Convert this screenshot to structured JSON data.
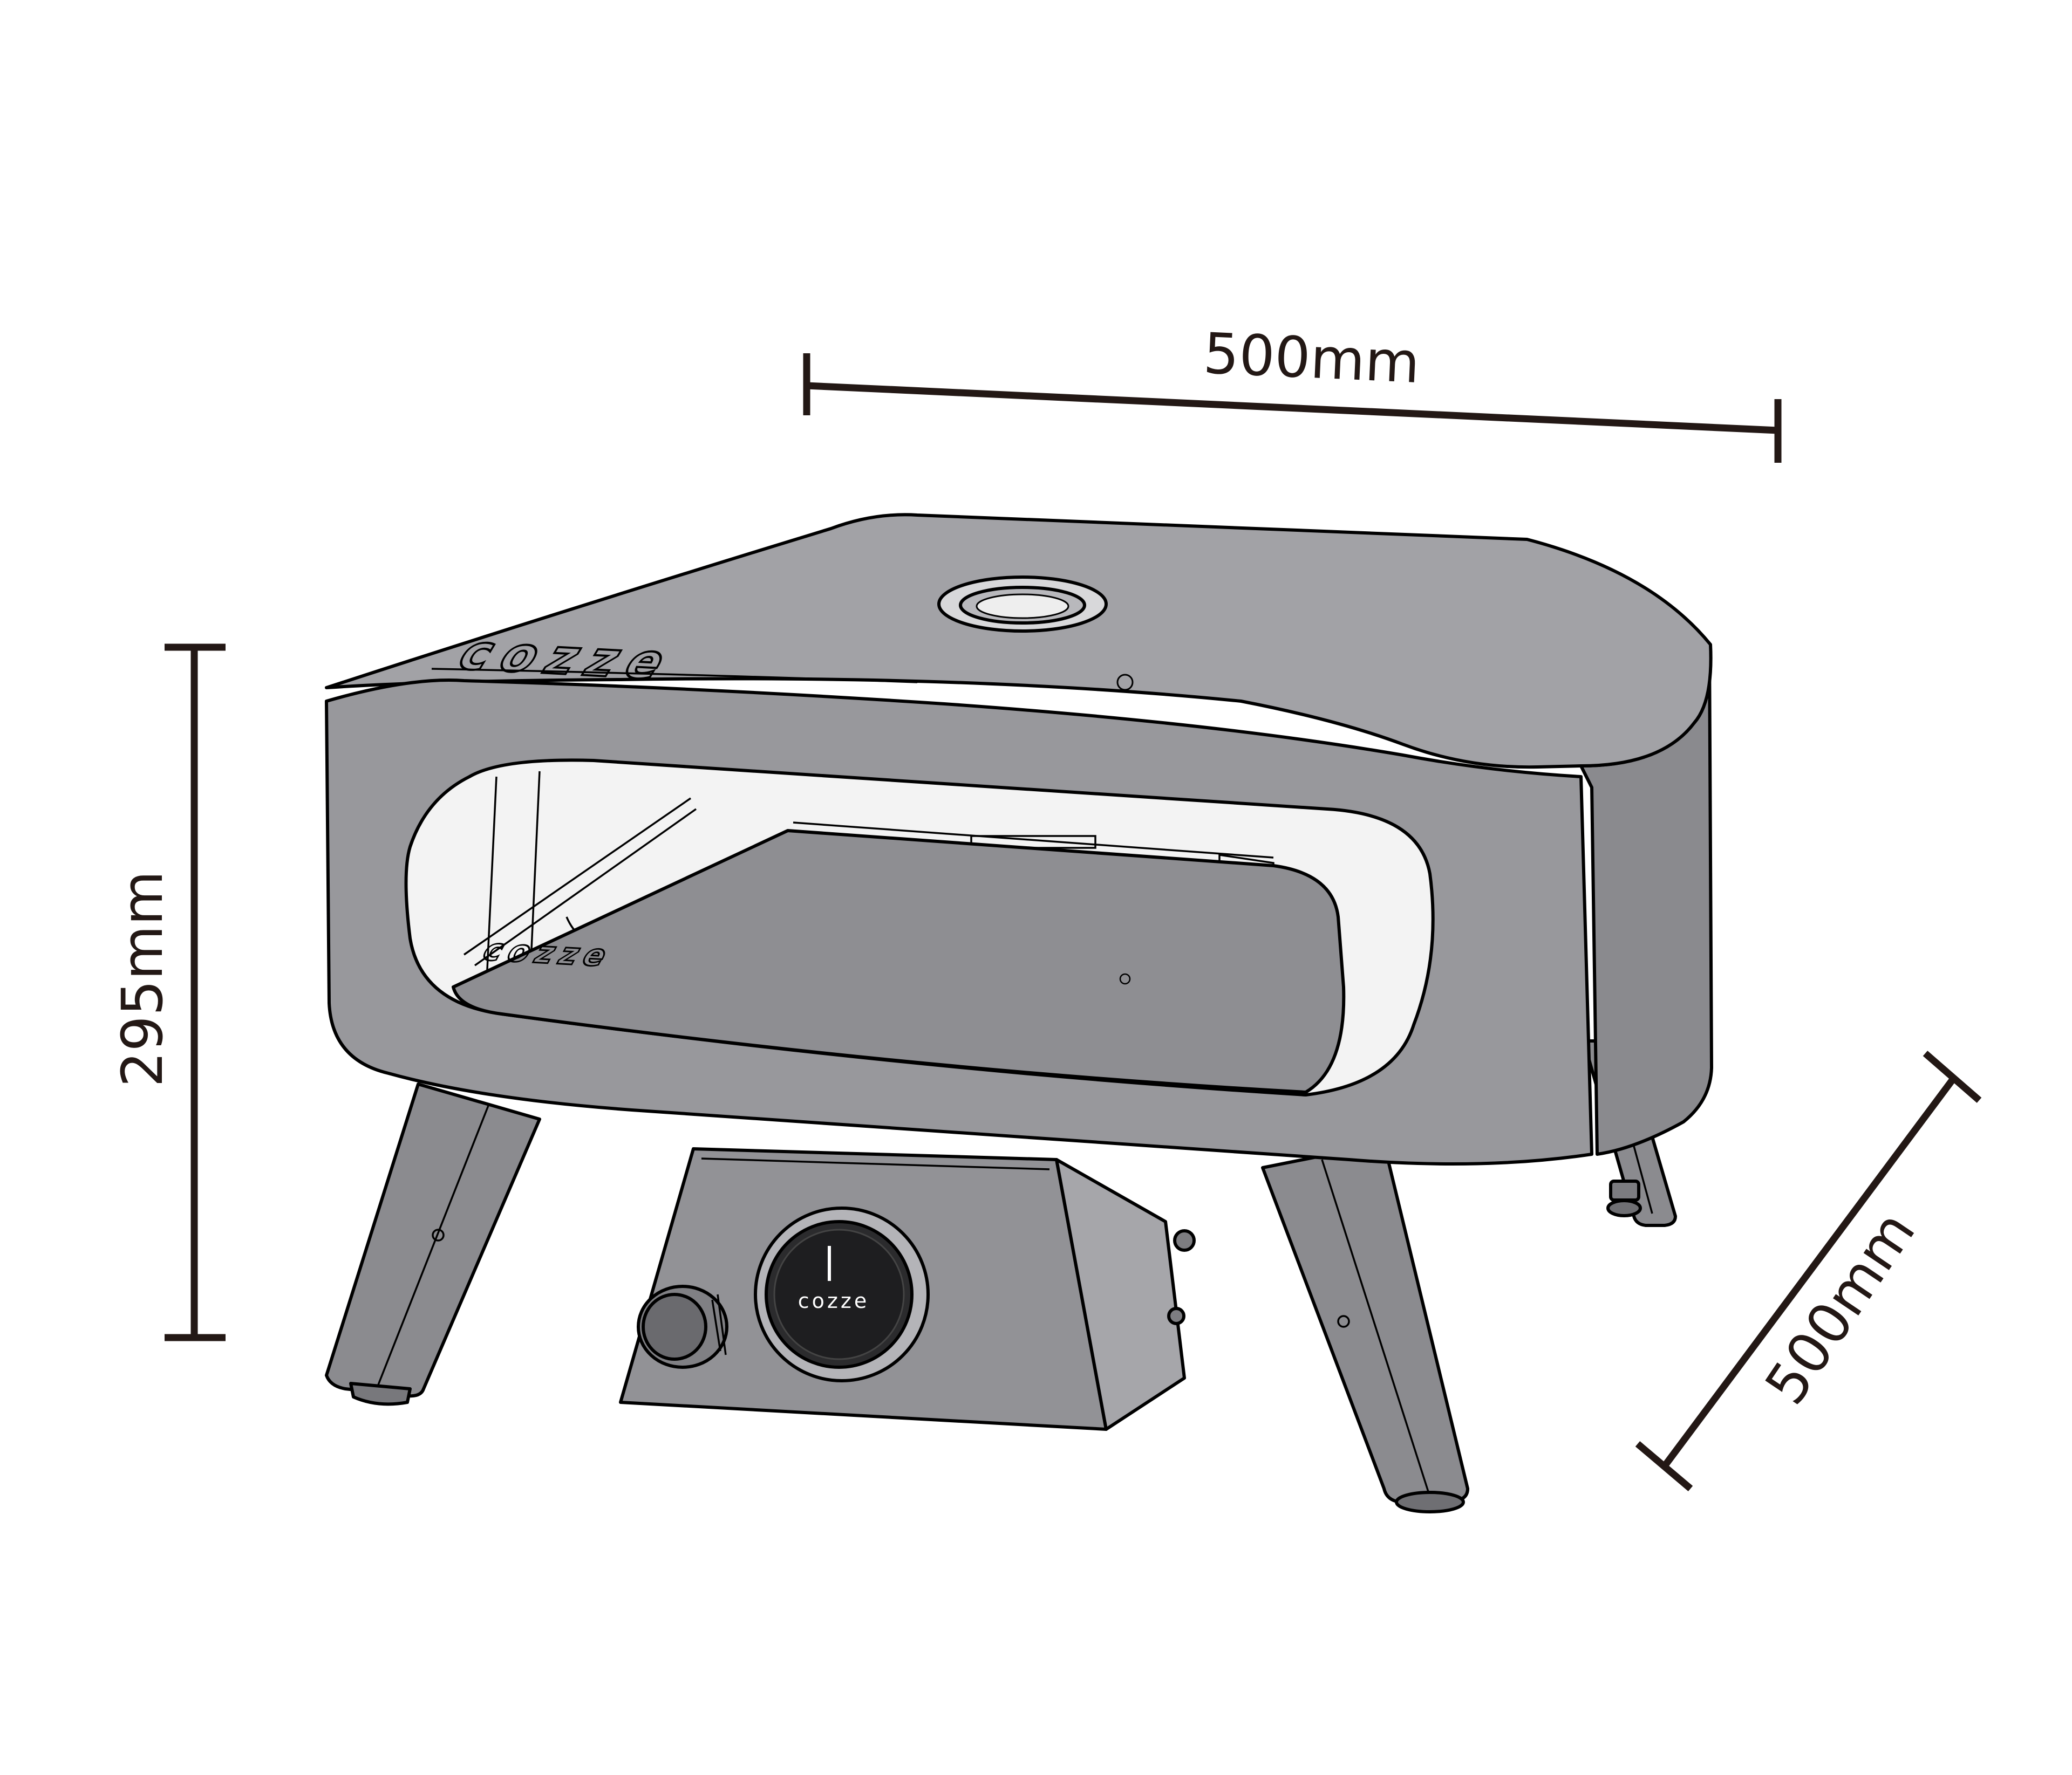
{
  "dimensions": {
    "width_label": "500mm",
    "height_label": "295mm",
    "depth_label": "500mm"
  },
  "product": {
    "top_logo": "cozze",
    "stone_logo": "cozze",
    "knob_logo": "cozze"
  },
  "colors": {
    "body": "#98989c",
    "body_dark": "#8a8a8e",
    "top": "#a2a2a6",
    "cavity": "#f3f3f3",
    "stone": "#8e8e92",
    "legs": "#8b8b8f",
    "dimension_ink": "#231815"
  }
}
